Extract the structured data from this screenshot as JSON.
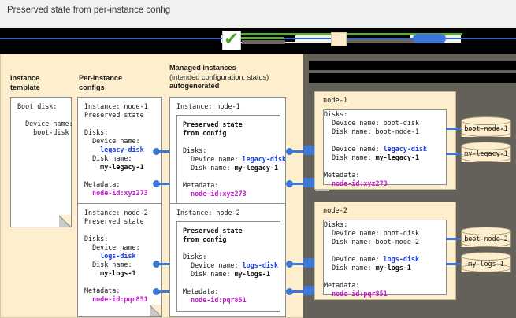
{
  "title": "Preserved state from per-instance config",
  "legend": {
    "note": "legend row is redacted with black bars in the source image",
    "check_glyph": "✔"
  },
  "columns": {
    "instance_template": {
      "line1": "Instance",
      "line2": "template"
    },
    "per_instance_configs": {
      "line1": "Per-instance",
      "line2": "configs"
    },
    "managed_instances": {
      "line1": "Managed instances",
      "line2": "(intended configuration, status)",
      "line3": "autogenerated"
    },
    "dark_header": {
      "redacted": true
    }
  },
  "instance_template_card": {
    "l1": "Boot disk:",
    "l2": "",
    "l3": "  Device name:",
    "l4": "    boot-disk"
  },
  "configs": [
    {
      "instance": "Instance: node-1",
      "preserved": "Preserved state",
      "disks_label": "Disks:",
      "device_label": "  Device name:",
      "device_value": "    legacy-disk",
      "disk_label": "  Disk name:",
      "disk_value": "    my-legacy-1",
      "metadata_label": "Metadata:",
      "metadata_value": "  node-id:xyz273"
    },
    {
      "instance": "Instance: node-2",
      "preserved": "Preserved state",
      "disks_label": "Disks:",
      "device_label": "  Device name:",
      "device_value": "    logs-disk",
      "disk_label": "  Disk name:",
      "disk_value": "    my-logs-1",
      "metadata_label": "Metadata:",
      "metadata_value": "  node-id:pqr851"
    }
  ],
  "managed": [
    {
      "instance": "Instance: node-1",
      "preserved_l1": "Preserved state",
      "preserved_l2": "from config",
      "disks_label": "Disks:",
      "device_label": "  Device name: ",
      "device_value": "legacy-disk",
      "disk_label": "  Disk name: ",
      "disk_value": "my-legacy-1",
      "metadata_label": "Metadata:",
      "metadata_value": "  node-id:xyz273"
    },
    {
      "instance": "Instance: node-2",
      "preserved_l1": "Preserved state",
      "preserved_l2": "from config",
      "disks_label": "Disks:",
      "device_label": "  Device name: ",
      "device_value": "logs-disk",
      "disk_label": "  Disk name: ",
      "disk_value": "my-logs-1",
      "metadata_label": "Metadata:",
      "metadata_value": "  node-id:pqr851"
    }
  ],
  "nodes": [
    {
      "name": "node-1",
      "disks_label": "Disks:",
      "boot_device": "  Device name: boot-disk",
      "boot_disk": "  Disk name: boot-node-1",
      "extra_device_label": "  Device name: ",
      "extra_device_value": "legacy-disk",
      "extra_disk_label": "  Disk name: ",
      "extra_disk_value": "my-legacy-1",
      "metadata_label": "Metadata:",
      "metadata_value": "  node-id:xyz273",
      "cylinders": [
        "boot-node-1",
        "my-legacy-1"
      ]
    },
    {
      "name": "node-2",
      "disks_label": "Disks:",
      "boot_device": "  Device name: boot-disk",
      "boot_disk": "  Disk name: boot-node-2",
      "extra_device_label": "  Device name: ",
      "extra_device_value": "logs-disk",
      "extra_disk_label": "  Disk name: ",
      "extra_disk_value": "my-logs-1",
      "metadata_label": "Metadata:",
      "metadata_value": "  node-id:pqr851",
      "cylinders": [
        "boot-node-2",
        "my-logs-1"
      ]
    }
  ],
  "colors": {
    "cream": "#fdeecd",
    "dark": "#63615a",
    "blue_accent": "#3d76d6",
    "blue_text": "#1a3ee8",
    "magenta_text": "#c61ad0",
    "green_check": "#4ca52b",
    "page_bg": "#f1f1f1"
  },
  "checkmarks": {
    "glyph": "✔",
    "count": 4
  }
}
